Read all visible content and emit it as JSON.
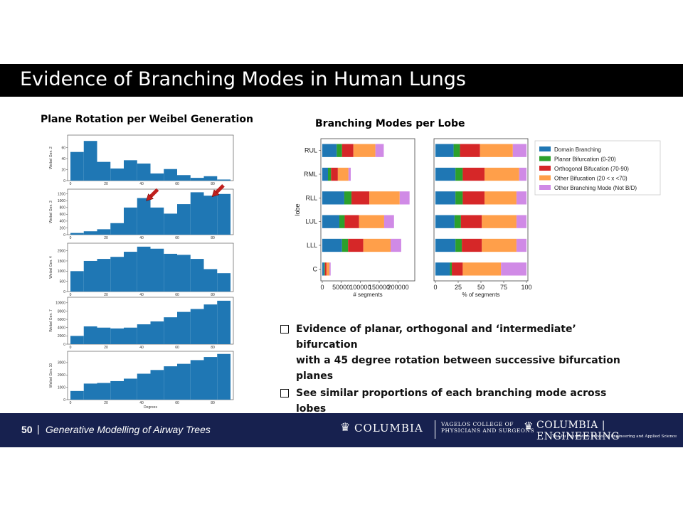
{
  "slide": {
    "title": "Evidence of Branching Modes in Human Lungs",
    "left_heading": "Plane Rotation per Weibel Generation",
    "right_heading": "Branching Modes per Lobe",
    "bullets": [
      "Evidence of planar, orthogonal and ‘intermediate’ bifurcation with a 45 degree rotation between successive bifurcation planes",
      "See similar proportions of each branching mode across lobes"
    ],
    "bullet_1_parts": [
      "Evidence of planar, orthogonal and ",
      "‘intermediate’",
      " bifurcation",
      "with a 45 degree rotation between successive bifurcation",
      "planes"
    ]
  },
  "footer": {
    "page_number": "50",
    "separator": "|",
    "subtitle": "Generative Modelling of Airway Trees",
    "logo_columbia": "COLUMBIA",
    "vagelos_line1": "VAGELOS COLLEGE OF",
    "vagelos_line2": "PHYSICIANS AND SURGEONS",
    "logo_columbia_engineering": "COLUMBIA | ENGINEERING",
    "fu_foundation": "The Fu Foundation School of Engineering and Applied Science"
  },
  "colors": {
    "hist_bar": "#1f77b4",
    "arrow": "#c0201e",
    "footer_bg": "#17214f",
    "series": [
      "#1f77b4",
      "#2ca02c",
      "#d62728",
      "#ff9f4a",
      "#d08ae6"
    ]
  },
  "chart_data": [
    {
      "type": "bar",
      "subtype": "histogram",
      "ylabel": "Weibel Gen. 2",
      "ylim": [
        0,
        80
      ],
      "yticks": [
        "0",
        "20",
        "40",
        "60"
      ],
      "xticks": [
        "0",
        "20",
        "40",
        "60",
        "80"
      ],
      "xlim": [
        0,
        90
      ],
      "bins": [
        0,
        7.5,
        15,
        22.5,
        30,
        37.5,
        45,
        52.5,
        60,
        67.5,
        75,
        82.5,
        90
      ],
      "values": [
        52,
        72,
        34,
        22,
        37,
        31,
        13,
        21,
        10,
        5,
        8,
        2
      ]
    },
    {
      "type": "bar",
      "subtype": "histogram",
      "ylabel": "Weibel Gen. 3",
      "ylim": [
        0,
        1300
      ],
      "yticks": [
        "0",
        "200",
        "400",
        "600",
        "800",
        "1000",
        "1200"
      ],
      "xticks": [
        "0",
        "20",
        "40",
        "60",
        "80"
      ],
      "xlim": [
        0,
        90
      ],
      "bins": [
        0,
        7.5,
        15,
        22.5,
        30,
        37.5,
        45,
        52.5,
        60,
        67.5,
        75,
        82.5,
        90
      ],
      "values": [
        50,
        100,
        160,
        340,
        800,
        1080,
        800,
        620,
        900,
        1250,
        1150,
        1200
      ],
      "annotations": [
        "arrow",
        "arrow"
      ]
    },
    {
      "type": "bar",
      "subtype": "histogram",
      "ylabel": "Weibel Gen. 4",
      "ylim": [
        0,
        2300
      ],
      "yticks": [
        "0",
        "500",
        "1000",
        "1500",
        "2000"
      ],
      "xticks": [
        "0",
        "20",
        "40",
        "60",
        "80"
      ],
      "xlim": [
        0,
        90
      ],
      "bins": [
        0,
        7.5,
        15,
        22.5,
        30,
        37.5,
        45,
        52.5,
        60,
        67.5,
        75,
        82.5,
        90
      ],
      "values": [
        1000,
        1500,
        1600,
        1700,
        1950,
        2200,
        2100,
        1850,
        1800,
        1600,
        1100,
        900
      ]
    },
    {
      "type": "bar",
      "subtype": "histogram",
      "ylabel": "Weibel Gen. 7",
      "ylim": [
        0,
        11000
      ],
      "yticks": [
        "0",
        "2000",
        "4000",
        "6000",
        "8000",
        "10000"
      ],
      "xticks": [
        "0",
        "20",
        "40",
        "60",
        "80"
      ],
      "xlim": [
        0,
        90
      ],
      "bins": [
        0,
        7.5,
        15,
        22.5,
        30,
        37.5,
        45,
        52.5,
        60,
        67.5,
        75,
        82.5,
        90
      ],
      "values": [
        2000,
        4300,
        4000,
        3800,
        4000,
        4800,
        5500,
        6500,
        7800,
        8500,
        9600,
        10500
      ]
    },
    {
      "type": "bar",
      "subtype": "histogram",
      "ylabel": "Weibel Gen. 10",
      "ylim": [
        0,
        3800
      ],
      "yticks": [
        "0",
        "1000",
        "2000",
        "3000"
      ],
      "xticks": [
        "0",
        "20",
        "40",
        "60",
        "80"
      ],
      "xlim": [
        0,
        90
      ],
      "xlabel": "Degrees",
      "bins": [
        0,
        7.5,
        15,
        22.5,
        30,
        37.5,
        45,
        52.5,
        60,
        67.5,
        75,
        82.5,
        90
      ],
      "values": [
        700,
        1300,
        1350,
        1500,
        1700,
        2100,
        2400,
        2700,
        2900,
        3200,
        3450,
        3700
      ]
    },
    {
      "type": "bar",
      "orientation": "horizontal",
      "stacked": true,
      "categories": [
        "RUL",
        "RML",
        "RLL",
        "LUL",
        "LLL",
        "C"
      ],
      "ylabel": "lobe",
      "xlabel": "# segments",
      "xlim": [
        0,
        240000
      ],
      "xticks": [
        "0",
        "50000",
        "100000",
        "150000",
        "200000"
      ],
      "series": [
        {
          "name": "Domain Branching",
          "values": [
            38000,
            15000,
            58000,
            45000,
            52000,
            5000
          ]
        },
        {
          "name": "Planar Bifurcation (0-20)",
          "values": [
            14000,
            8000,
            19000,
            14000,
            16000,
            2000
          ]
        },
        {
          "name": "Orthogonal Bifucation (70-90)",
          "values": [
            30000,
            18000,
            47000,
            38000,
            40000,
            4000
          ]
        },
        {
          "name": "Other Bifucation (20 < x <70)",
          "values": [
            58000,
            28000,
            80000,
            66000,
            72000,
            8000
          ]
        },
        {
          "name": "Other Branching Mode (Not B/D)",
          "values": [
            22000,
            6000,
            26000,
            26000,
            28000,
            3000
          ]
        }
      ]
    },
    {
      "type": "bar",
      "orientation": "horizontal",
      "stacked": true,
      "categories": [
        "RUL",
        "RML",
        "RLL",
        "LUL",
        "LLL",
        "C"
      ],
      "xlabel": "% of segments",
      "xlim": [
        0,
        100
      ],
      "xticks": [
        "0",
        "25",
        "50",
        "75",
        "100"
      ],
      "series": [
        {
          "name": "Domain Branching",
          "values": [
            20,
            22,
            22,
            21,
            22,
            16
          ]
        },
        {
          "name": "Planar Bifurcation (0-20)",
          "values": [
            7,
            8,
            8,
            7,
            7,
            2
          ]
        },
        {
          "name": "Orthogonal Bifucation (70-90)",
          "values": [
            22,
            24,
            24,
            23,
            22,
            12
          ]
        },
        {
          "name": "Other Bifucation (20 < x <70)",
          "values": [
            36,
            38,
            35,
            38,
            38,
            42
          ]
        },
        {
          "name": "Other Branching Mode (Not B/D)",
          "values": [
            15,
            8,
            11,
            11,
            11,
            28
          ]
        }
      ],
      "legend_position": "right"
    }
  ]
}
